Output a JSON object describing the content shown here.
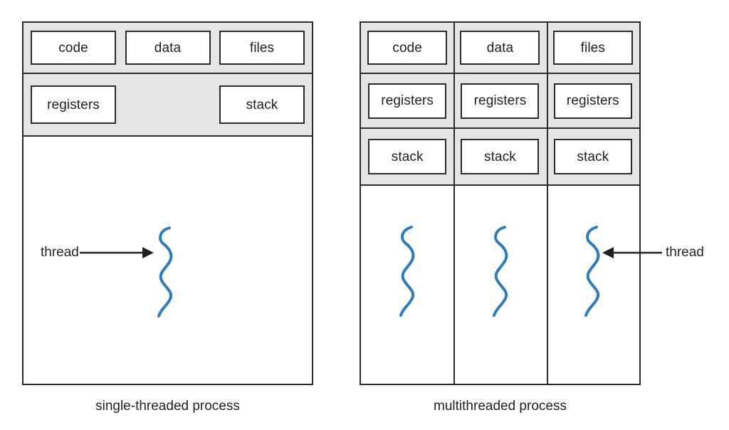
{
  "diagram": {
    "title_semantic": "single-threaded vs multithreaded process",
    "colors": {
      "thread_blue": "#2e7cba",
      "band_gray": "#e3e5e7",
      "line_black": "#2b2b2b",
      "text": "#231f20",
      "background": "#ffffff"
    }
  },
  "single_process": {
    "caption": "single-threaded process",
    "top_row": [
      {
        "label": "code"
      },
      {
        "label": "data"
      },
      {
        "label": "files"
      }
    ],
    "second_row": [
      {
        "label": "registers"
      },
      {
        "label": "stack"
      }
    ],
    "threads": [
      {
        "name": "thread-squiggle-1"
      }
    ],
    "annotation": {
      "label": "thread",
      "arrow_direction": "right"
    }
  },
  "multi_process": {
    "caption": "multithreaded process",
    "top_row": [
      {
        "label": "code"
      },
      {
        "label": "data"
      },
      {
        "label": "files"
      }
    ],
    "registers_row": [
      {
        "label": "registers"
      },
      {
        "label": "registers"
      },
      {
        "label": "registers"
      }
    ],
    "stack_row": [
      {
        "label": "stack"
      },
      {
        "label": "stack"
      },
      {
        "label": "stack"
      }
    ],
    "threads": [
      {
        "name": "thread-squiggle-1"
      },
      {
        "name": "thread-squiggle-2"
      },
      {
        "name": "thread-squiggle-3"
      }
    ],
    "annotation": {
      "label": "thread",
      "arrow_direction": "left"
    }
  }
}
